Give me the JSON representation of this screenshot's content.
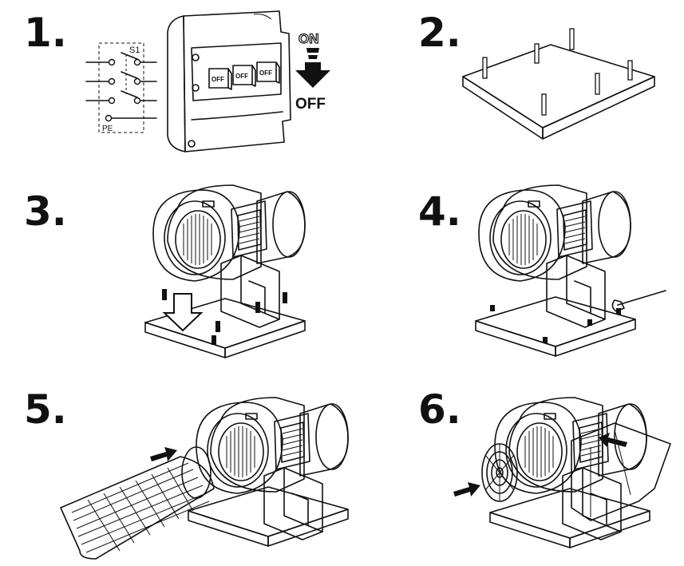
{
  "steps": [
    {
      "number": "1."
    },
    {
      "number": "2."
    },
    {
      "number": "3."
    },
    {
      "number": "4."
    },
    {
      "number": "5."
    },
    {
      "number": "6."
    }
  ],
  "switch_diagram": {
    "switch_label": "S1",
    "earth_label": "PE"
  },
  "breaker": {
    "pole_label": "OFF",
    "state_on": "ON",
    "state_off": "OFF"
  },
  "colors": {
    "ink": "#111111",
    "base_top": "#e6e6e6",
    "base_side": "#b8b8b8",
    "housing": "#ffffff",
    "duct": "#d9d9d9"
  }
}
